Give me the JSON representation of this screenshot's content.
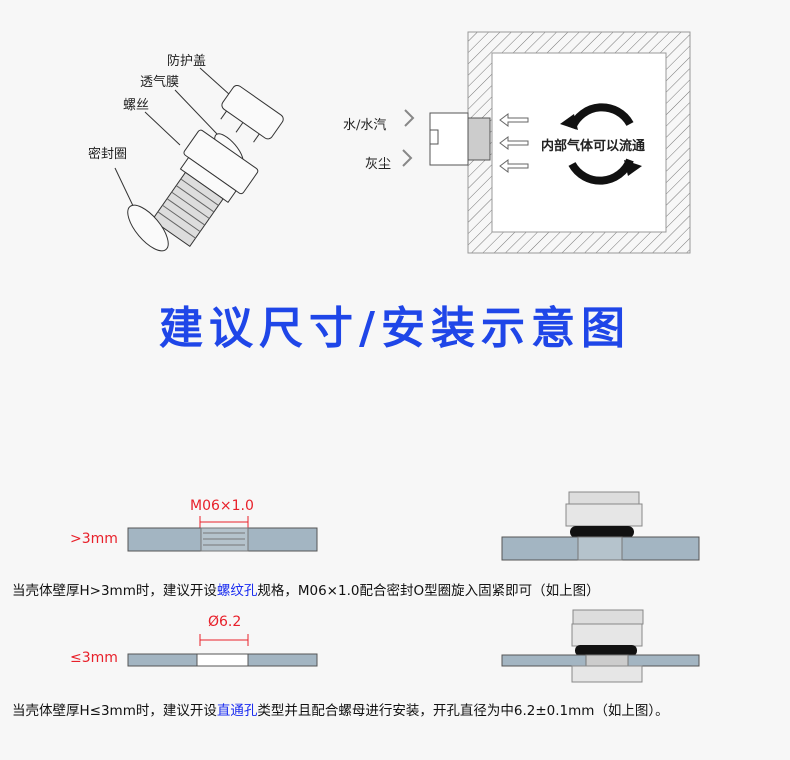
{
  "exploded_view": {
    "labels": {
      "cap": "防护盖",
      "membrane": "透气膜",
      "screw": "螺丝",
      "seal": "密封圈"
    }
  },
  "flow_diagram": {
    "water_label": "水/水汽",
    "dust_label": "灰尘",
    "inside_label": "内部气体可以流通"
  },
  "title": "建议尺寸/安装示意图",
  "case1": {
    "thread_spec": "M06×1.0",
    "thickness_label": ">3mm",
    "desc_prefix": "当壳体壁厚H>3mm时，建议开设",
    "desc_highlight": "螺纹孔",
    "desc_suffix": "规格，M06×1.0配合密封O型圈旋入固紧即可（如上图）"
  },
  "case2": {
    "hole_spec": "Ø6.2",
    "thickness_label": "≤3mm",
    "desc_prefix": "当壳体壁厚H≤3mm时，建议开设",
    "desc_highlight": "直通孔",
    "desc_suffix": "类型并且配合螺母进行安装，开孔直径为中6.2±0.1mm（如上图）。"
  },
  "colors": {
    "title": "#1f46e8",
    "red": "#e8202a",
    "plate": "#a3b5c2",
    "highlight": "#1a2cf0"
  }
}
